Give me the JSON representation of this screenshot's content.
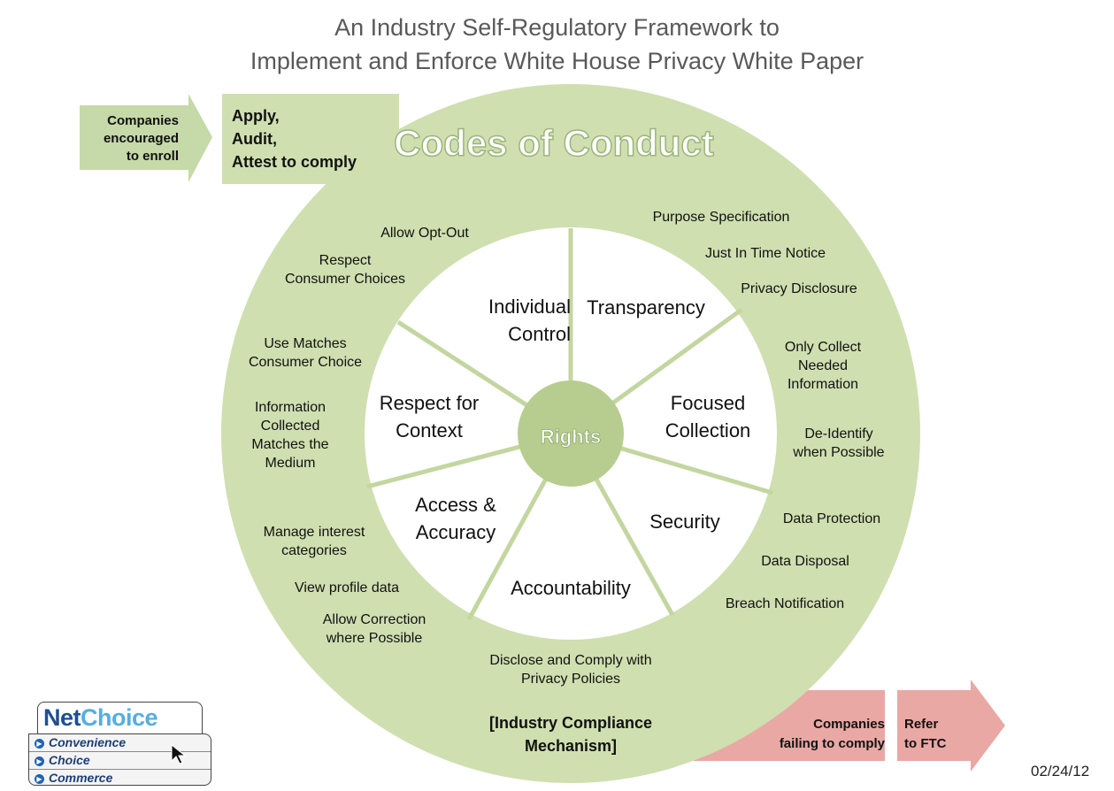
{
  "title_line1": "An Industry Self-Regulatory Framework to",
  "title_line2": "Implement and Enforce White House Privacy White Paper",
  "colors": {
    "ring": "#cfdfb0",
    "arrow_green": "#c6d9a8",
    "arrow_red": "#e9a8a4",
    "spokes": "#c3d6a0",
    "hub": "#b7cd8f"
  },
  "enroll_arrow": {
    "text_lines": [
      "Companies",
      "encouraged",
      "to enroll"
    ]
  },
  "apply_box": {
    "text_lines": [
      "Apply,",
      "Audit,",
      "Attest to comply"
    ]
  },
  "ring_title": "Codes of Conduct",
  "hub_label": "Rights",
  "slices": {
    "individual_control": [
      "Individual",
      "Control"
    ],
    "transparency": "Transparency",
    "focused_collection": [
      "Focused",
      "Collection"
    ],
    "security": "Security",
    "accountability": "Accountability",
    "access_accuracy": [
      "Access &",
      "Accuracy"
    ],
    "respect_context": [
      "Respect for",
      "Context"
    ]
  },
  "ring_labels": {
    "allow_opt_out": "Allow Opt-Out",
    "respect_choices": [
      "Respect",
      "Consumer Choices"
    ],
    "purpose_spec": "Purpose Specification",
    "just_in_time": "Just In Time Notice",
    "privacy_disclosure": "Privacy Disclosure",
    "only_collect": [
      "Only Collect",
      "Needed",
      "Information"
    ],
    "de_identify": [
      "De-Identify",
      "when Possible"
    ],
    "data_protection": "Data Protection",
    "data_disposal": "Data Disposal",
    "breach_notification": "Breach Notification",
    "use_matches": [
      "Use Matches",
      "Consumer Choice"
    ],
    "info_collected": [
      "Information",
      "Collected",
      "Matches the",
      "Medium"
    ],
    "manage_interest": [
      "Manage interest",
      "categories"
    ],
    "view_profile": "View profile data",
    "allow_correction": [
      "Allow Correction",
      "where Possible"
    ],
    "disclose_comply": [
      "Disclose and Comply with",
      "Privacy Policies"
    ],
    "compliance_mechanism": [
      "[Industry Compliance",
      "Mechanism]"
    ]
  },
  "failing_arrow": {
    "text_lines": [
      "Companies",
      "failing to comply"
    ]
  },
  "ftc_arrow": {
    "text_lines": [
      "Refer",
      "to FTC"
    ]
  },
  "logo": {
    "name_part1": "Net",
    "name_part2": "Choice",
    "items": [
      "Convenience",
      "Choice",
      "Commerce"
    ]
  },
  "date": "02/24/12"
}
